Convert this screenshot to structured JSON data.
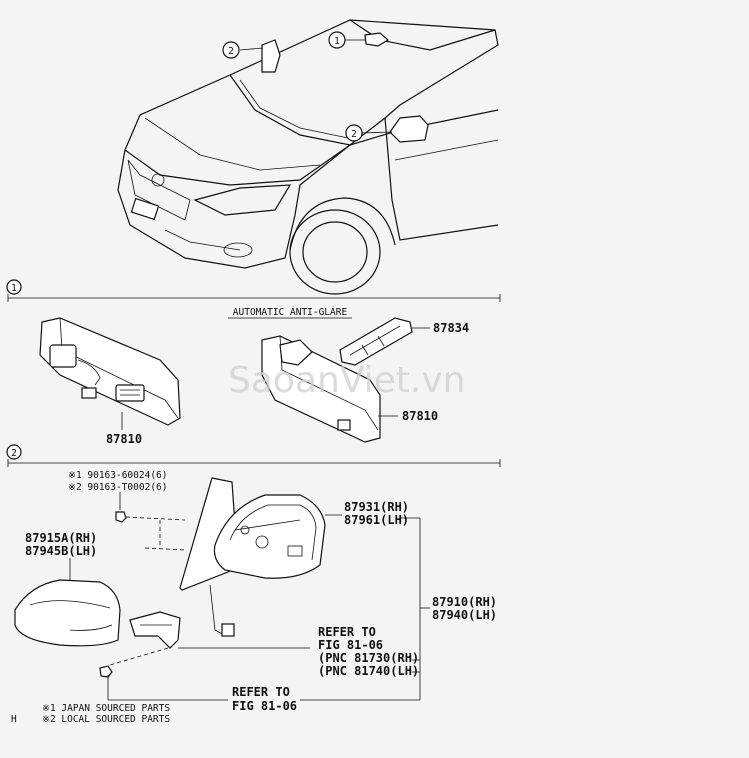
{
  "callouts": {
    "one": "1",
    "two": "2"
  },
  "section1": {
    "marker": "1",
    "header": "AUTOMATIC ANTI-GLARE",
    "parts": {
      "left_mirror": "87810",
      "bracket": "87834",
      "right_mirror": "87810"
    }
  },
  "section2": {
    "marker": "2",
    "bolt_1": "※1 90163-60024(6)",
    "bolt_2": "※2 90163-T0002(6)",
    "cover_rh": "87915A(RH)",
    "cover_lh": "87945B(LH)",
    "glass_rh": "87931(RH)",
    "glass_lh": "87961(LH)",
    "assy_rh": "87910(RH)",
    "assy_lh": "87940(LH)",
    "refer1_line1": "REFER TO",
    "refer1_line2": "FIG 81-06",
    "refer1_line3": "(PNC 81730(RH)",
    "refer1_line4": "(PNC 81740(LH)",
    "refer2_line1": "REFER TO",
    "refer2_line2": "FIG 81-06",
    "note1": "※1 JAPAN SOURCED PARTS",
    "note2": "※2 LOCAL SOURCED PARTS",
    "corner": "H"
  },
  "watermark": "SaoanViet.vn"
}
